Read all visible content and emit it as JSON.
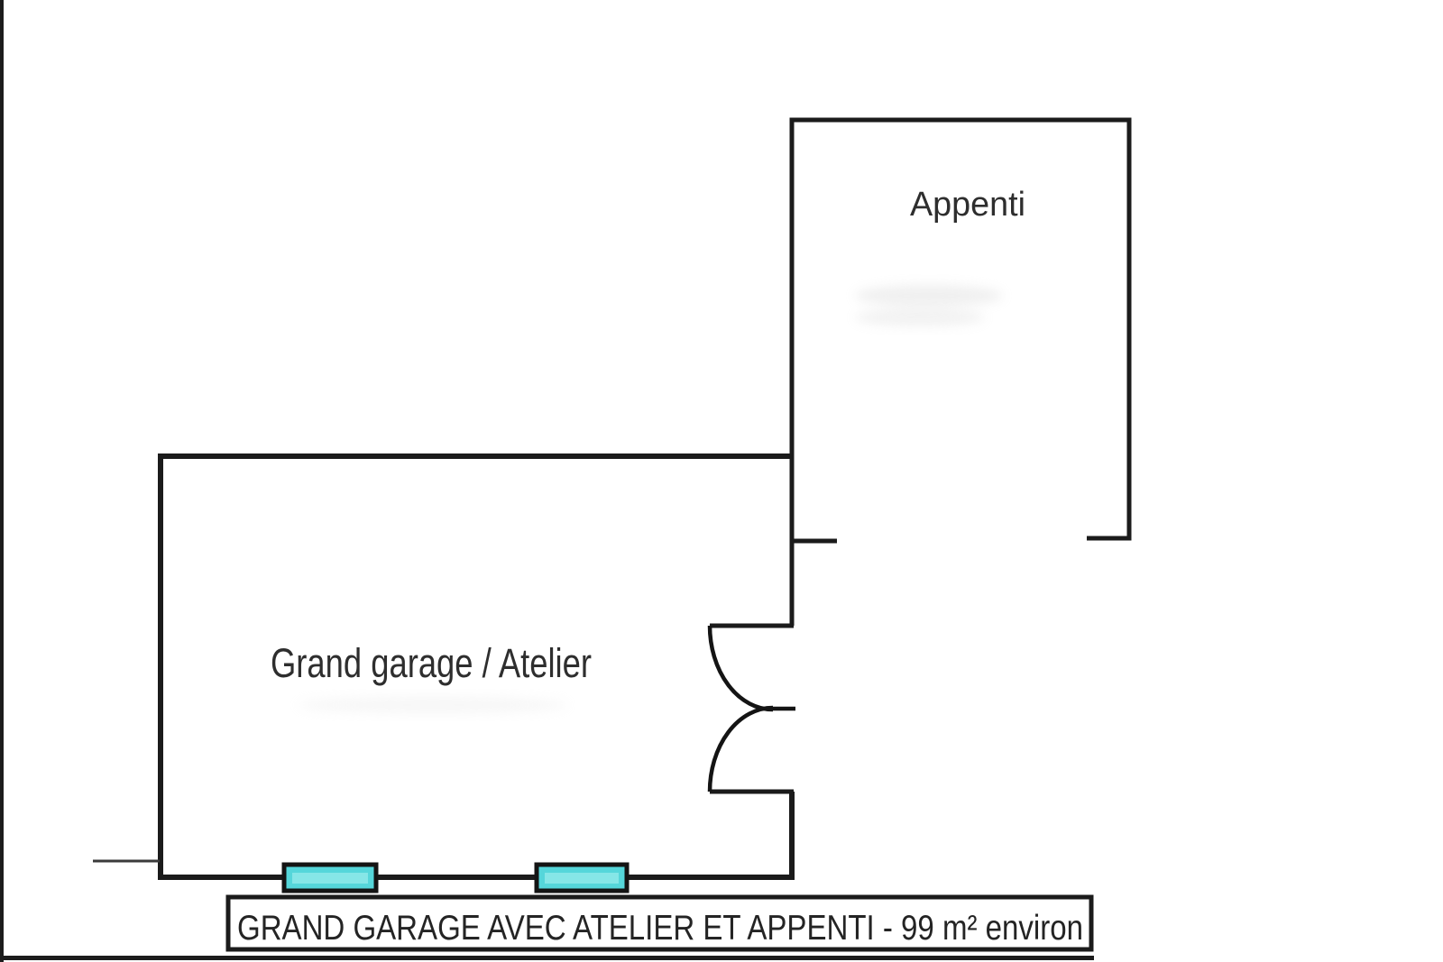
{
  "image": {
    "type": "floor-plan",
    "rooms": [
      {
        "id": "appenti",
        "label": "Appenti"
      },
      {
        "id": "garage-atelier",
        "label": "Grand garage / Atelier"
      }
    ],
    "caption": "GRAND GARAGE AVEC ATELIER  ET APPENTI - 99 m² environ",
    "features": [
      "double-door-swing between garage and exterior right side",
      "two window markers on garage bottom wall",
      "open south side on appenti",
      "dimension tick on left of garage bottom wall"
    ],
    "colors": {
      "wall": "#1b1b1b",
      "window_fill": "#55d6da",
      "window_highlight": "#8fe9e9",
      "background": "#ffffff",
      "caption_text": "#242424"
    }
  }
}
